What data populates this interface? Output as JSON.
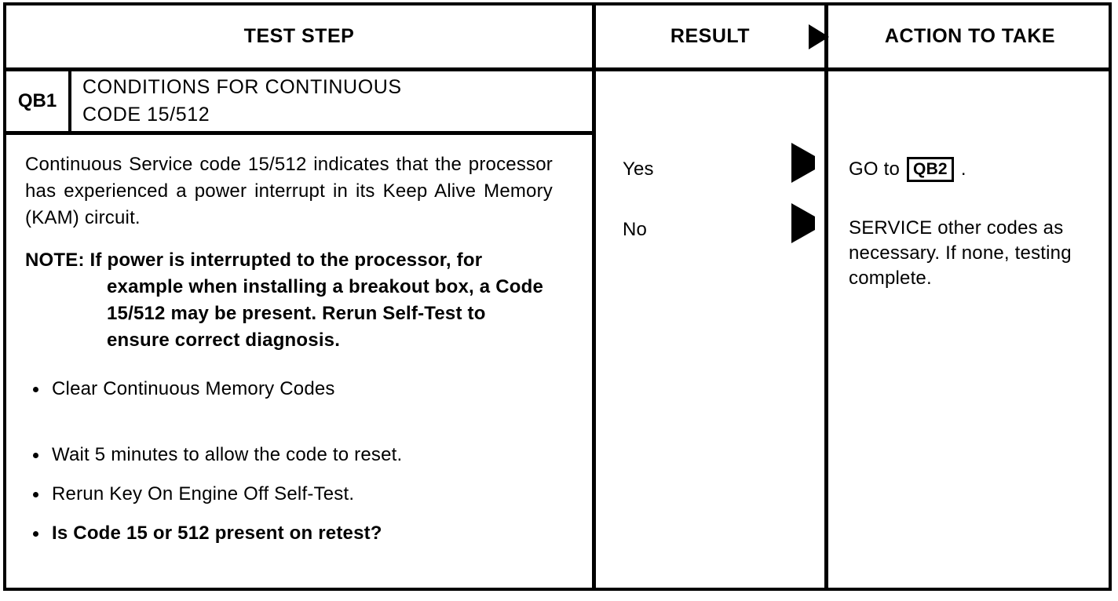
{
  "table": {
    "headers": {
      "test_step": "TEST STEP",
      "result": "RESULT",
      "action": "ACTION TO TAKE",
      "result_arrow_icon": "solid-right-triangle"
    },
    "step": {
      "id": "QB1",
      "title": "CONDITIONS FOR CONTINUOUS\nCODE 15/512",
      "paragraph": "Continuous Service code 15/512 indicates that the processor has experienced a power interrupt in its Keep Alive Memory (KAM) circuit.",
      "note": "NOTE: If power is interrupted to the processor, for example when installing a breakout box, a Code 15/512 may be present. Rerun Self-Test to ensure correct diagnosis.",
      "bullets": [
        "Clear Continuous Memory Codes",
        "Wait 5 minutes to allow the code to reset.",
        "Rerun Key On Engine Off Self-Test.",
        "Is Code 15 or 512 present on retest?"
      ]
    },
    "results": [
      {
        "label": "Yes",
        "arrow_icon": "solid-right-triangle"
      },
      {
        "label": "No",
        "arrow_icon": "solid-right-triangle"
      }
    ],
    "actions": {
      "yes": {
        "prefix": "GO to",
        "reference": "QB2",
        "suffix": "."
      },
      "no": {
        "text": "SERVICE other codes as necessary. If none, testing complete."
      }
    }
  },
  "colors": {
    "ink": "#000000",
    "paper": "#ffffff"
  }
}
